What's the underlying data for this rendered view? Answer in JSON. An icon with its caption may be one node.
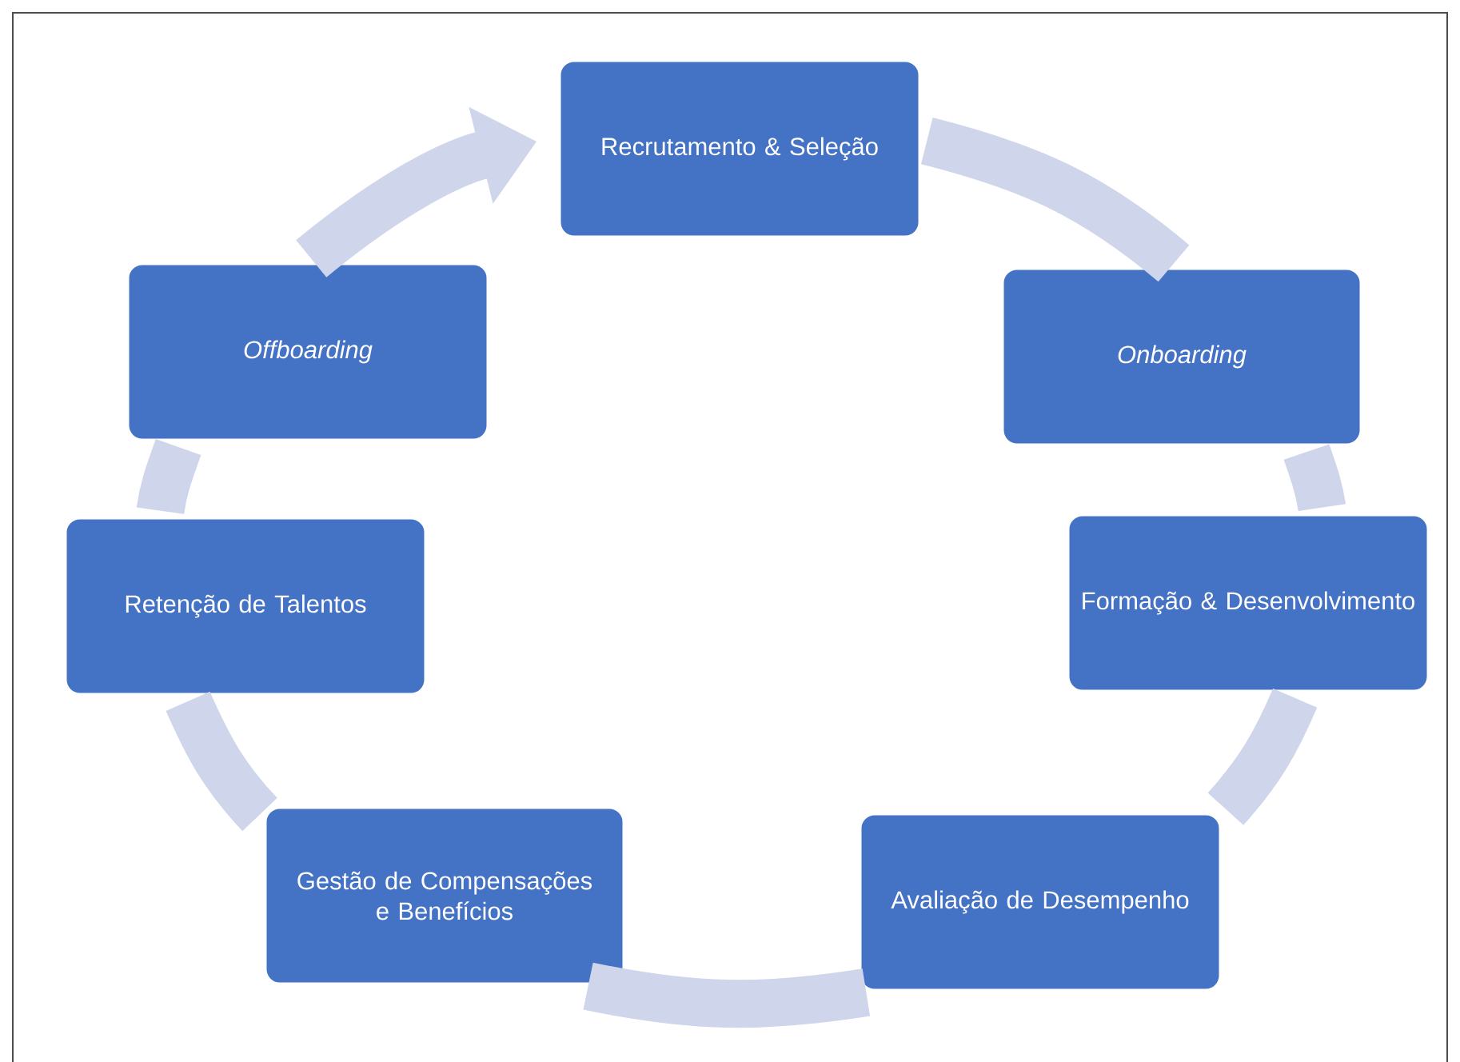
{
  "diagram": {
    "nodes": [
      {
        "text": [
          "Recrutamento & Seleção"
        ]
      },
      {
        "text": [
          "Onboarding"
        ]
      },
      {
        "text": [
          "Formação & Desenvolvimento"
        ]
      },
      {
        "text": [
          "Avaliação de Desempenho"
        ]
      },
      {
        "text": [
          "Gestão de Compensações e Benefícios"
        ]
      },
      {
        "text": [
          "Retenção de Talentos"
        ]
      },
      {
        "text": [
          "Offboarding"
        ]
      }
    ],
    "edges": [
      {
        "from": 0,
        "to": 1,
        "arrow": "none"
      },
      {
        "from": 1,
        "to": 2,
        "arrow": "none"
      },
      {
        "from": 2,
        "to": 3,
        "arrow": "none"
      },
      {
        "from": 3,
        "to": 4,
        "arrow": "none"
      },
      {
        "from": 4,
        "to": 5,
        "arrow": "none"
      },
      {
        "from": 5,
        "to": 6,
        "arrow": "none"
      },
      {
        "from": 6,
        "to": 0,
        "arrow": "to"
      }
    ]
  }
}
